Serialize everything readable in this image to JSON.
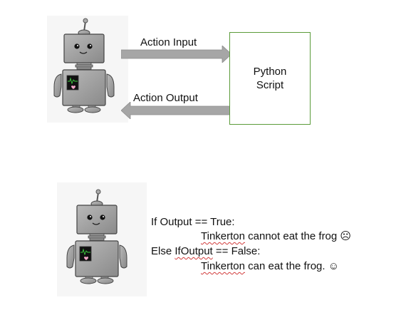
{
  "diagram": {
    "top": {
      "action_input_label": "Action Input",
      "action_output_label": "Action Output",
      "script_line1": "Python",
      "script_line2": "Script"
    },
    "bottom": {
      "line1": "If Output == True:",
      "line2_name": "Tinkerton",
      "line2_rest": " cannot eat the frog ☹",
      "line3_prefix": "Else ",
      "line3_word": "IfOutput",
      "line3_rest": " == False:",
      "line4_name": "Tinkerton",
      "line4_rest": " can eat the frog. ☺"
    },
    "colors": {
      "robot_body": "#9e9e9e",
      "robot_outline": "#4a4a4a",
      "arrow_fill": "#a6a6a6",
      "box_border": "#5b9b3a",
      "spellcheck": "#d23c3c"
    },
    "icons": [
      "robot-icon",
      "right-arrow-icon",
      "left-arrow-icon"
    ]
  }
}
